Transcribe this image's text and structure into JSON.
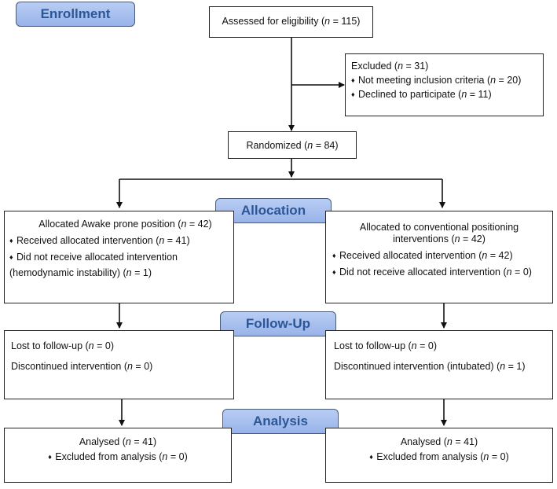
{
  "stages": {
    "enrollment": "Enrollment",
    "allocation": "Allocation",
    "follow_up": "Follow-Up",
    "analysis": "Analysis"
  },
  "assessed": {
    "pre": "Assessed for eligibility (",
    "n": "n",
    "post": " = 115)"
  },
  "excluded": {
    "title": {
      "pre": "Excluded  (",
      "n": "n",
      "post": " = 31)"
    },
    "items": [
      {
        "pre": "Not meeting inclusion criteria (",
        "n": "n",
        "post": " = 20)"
      },
      {
        "pre": "Declined to participate (",
        "n": "n",
        "post": " = 11)"
      }
    ]
  },
  "randomized": {
    "pre": "Randomized (",
    "n": "n",
    "post": " = 84)"
  },
  "left_alloc": {
    "title": {
      "pre": "Allocated Awake prone position (",
      "n": "n",
      "post": " = 42)"
    },
    "item1": {
      "pre": "Received allocated intervention (",
      "n": "n",
      "post": " = 41)"
    },
    "item2_line1": "Did not receive allocated intervention",
    "item2_line2": {
      "pre": "(hemodynamic instability) (",
      "n": "n",
      "post": " = 1)"
    }
  },
  "right_alloc": {
    "title_line1": "Allocated to conventional positioning",
    "title_line2": {
      "pre": "interventions (",
      "n": "n",
      "post": " = 42)"
    },
    "item1": {
      "pre": "Received allocated intervention (",
      "n": "n",
      "post": " = 42)"
    },
    "item2": {
      "pre": "Did not receive allocated intervention (",
      "n": "n",
      "post": " = 0)"
    }
  },
  "left_follow": {
    "lost": {
      "pre": "Lost to follow-up (",
      "n": "n",
      "post": " = 0)"
    },
    "disc": {
      "pre": "Discontinued intervention  (",
      "n": "n",
      "post": " = 0)"
    }
  },
  "right_follow": {
    "lost": {
      "pre": "Lost to follow-up (",
      "n": "n",
      "post": " = 0)"
    },
    "disc": {
      "pre": "Discontinued intervention (intubated) (",
      "n": "n",
      "post": " = 1)"
    }
  },
  "left_analysis": {
    "analysed": {
      "pre": "Analysed  (",
      "n": "n",
      "post": " = 41)"
    },
    "excl": {
      "pre": "Excluded from analysis (",
      "n": "n",
      "post": " = 0)"
    }
  },
  "right_analysis": {
    "analysed": {
      "pre": "Analysed  (",
      "n": "n",
      "post": " = 41)"
    },
    "excl": {
      "pre": "Excluded from analysis (",
      "n": "n",
      "post": " = 0)"
    }
  }
}
